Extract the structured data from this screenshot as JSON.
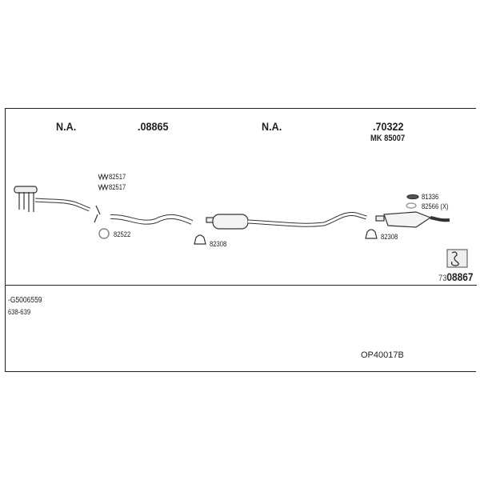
{
  "columns": [
    {
      "label": "N.A."
    },
    {
      "label": ".08865"
    },
    {
      "label": "N.A."
    },
    {
      "label": ".70322",
      "sub": "MK 85007"
    }
  ],
  "parts": {
    "spring_1": "82517",
    "spring_2": "82517",
    "ring": "82522",
    "clamp_1": "82308",
    "clamp_2": "82308",
    "hanger": "81336",
    "bracket": "82566 (X)"
  },
  "kit": {
    "prefix": "73",
    "number": "08867"
  },
  "notes": {
    "line1": "-G5006559",
    "line2": "638-639"
  },
  "code": "OP40017B"
}
